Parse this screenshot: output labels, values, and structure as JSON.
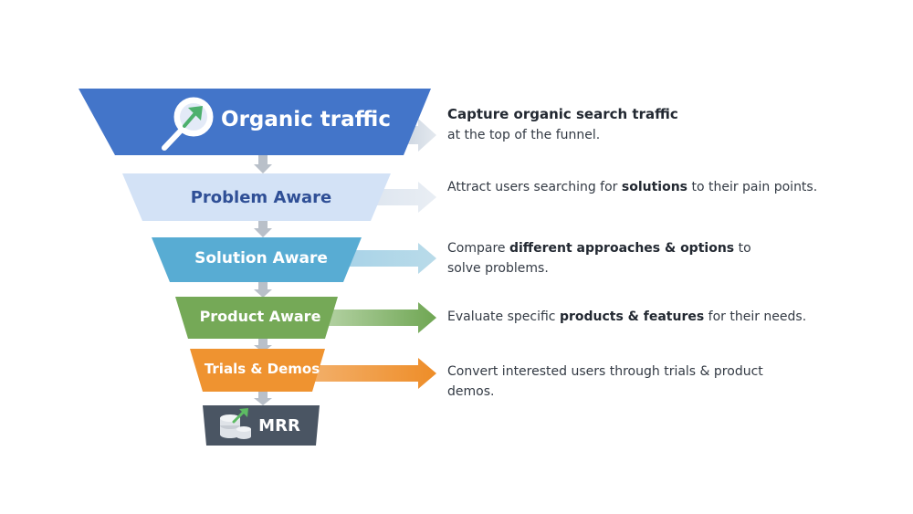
{
  "stages": [
    {
      "label": "Organic traffic",
      "icon": "magnifier-trend-icon",
      "color": "#4375c9",
      "text_color": "#ffffff"
    },
    {
      "label": "Problem Aware",
      "color": "#d3e2f6",
      "text_color": "#2f4f96"
    },
    {
      "label": "Solution Aware",
      "color": "#58acd3",
      "text_color": "#ffffff"
    },
    {
      "label": "Product Aware",
      "color": "#75a957",
      "text_color": "#ffffff"
    },
    {
      "label": "Trials & Demos",
      "color": "#ef9330",
      "text_color": "#ffffff"
    },
    {
      "label": "MRR",
      "icon": "coin-stack-growth-icon",
      "color": "#4a5563",
      "text_color": "#ffffff"
    }
  ],
  "descriptions": [
    {
      "line1_bold": "Capture organic search traffic",
      "line2": "at the top of the funnel."
    },
    {
      "pre": "Attract users searching for ",
      "bold": "solutions",
      "post": " to their pain points."
    },
    {
      "pre": "Compare ",
      "bold": "different approaches & options",
      "post": " to",
      "line2": "solve problems."
    },
    {
      "pre": "Evaluate specific ",
      "bold": "products & features",
      "post": " for their needs."
    },
    {
      "line1": "Convert interested users through trials & product",
      "line2": "demos."
    }
  ]
}
